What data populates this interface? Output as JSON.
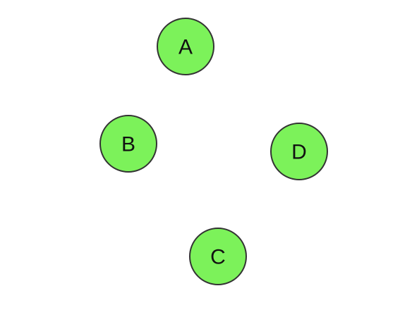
{
  "diagram": {
    "node_fill": "#7CF25A",
    "node_stroke": "#333333",
    "label_color": "#111111",
    "nodes": [
      {
        "id": "a",
        "label": "A"
      },
      {
        "id": "b",
        "label": "B"
      },
      {
        "id": "d",
        "label": "D"
      },
      {
        "id": "c",
        "label": "C"
      }
    ]
  }
}
